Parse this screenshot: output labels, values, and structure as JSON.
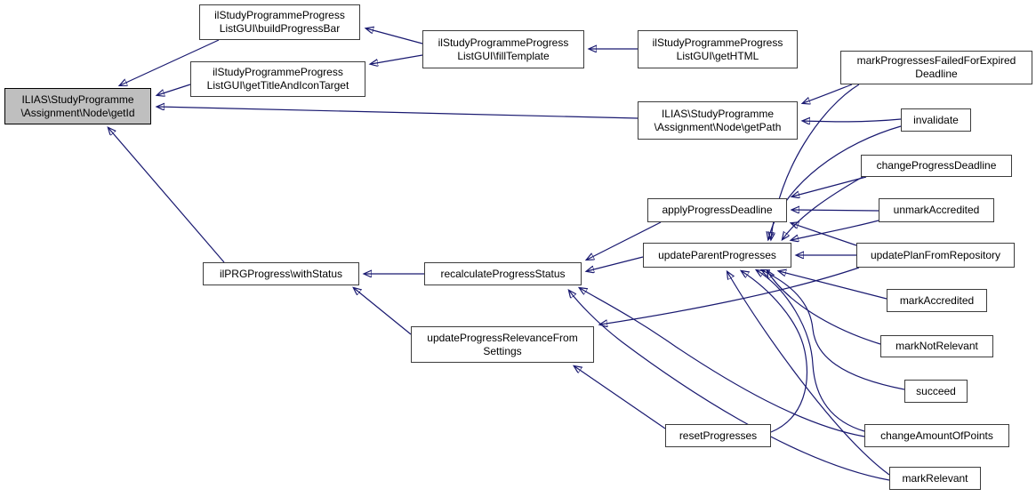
{
  "diagram": {
    "type": "call-graph",
    "colors": {
      "background": "#ffffff",
      "edge": "#191970",
      "node_fill": "#ffffff",
      "node_border": "#3c3c3c",
      "highlight_fill": "#bfbfbf",
      "highlight_border": "#000000",
      "text": "#000000"
    },
    "nodes": {
      "getId": {
        "label": "ILIAS\\StudyProgramme\n\\Assignment\\Node\\getId",
        "highlighted": true
      },
      "buildProgressBar": {
        "label": "ilStudyProgrammeProgress\nListGUI\\buildProgressBar",
        "highlighted": false
      },
      "getTitleAndIconTarget": {
        "label": "ilStudyProgrammeProgress\nListGUI\\getTitleAndIconTarget",
        "highlighted": false
      },
      "fillTemplate": {
        "label": "ilStudyProgrammeProgress\nListGUI\\fillTemplate",
        "highlighted": false
      },
      "getHTML": {
        "label": "ilStudyProgrammeProgress\nListGUI\\getHTML",
        "highlighted": false
      },
      "getPath": {
        "label": "ILIAS\\StudyProgramme\n\\Assignment\\Node\\getPath",
        "highlighted": false
      },
      "markProgressesFailedForExpiredDeadline": {
        "label": "markProgressesFailedForExpired\nDeadline",
        "highlighted": false
      },
      "invalidate": {
        "label": "invalidate",
        "highlighted": false
      },
      "changeProgressDeadline": {
        "label": "changeProgressDeadline",
        "highlighted": false
      },
      "applyProgressDeadline": {
        "label": "applyProgressDeadline",
        "highlighted": false
      },
      "unmarkAccredited": {
        "label": "unmarkAccredited",
        "highlighted": false
      },
      "updateParentProgresses": {
        "label": "updateParentProgresses",
        "highlighted": false
      },
      "updatePlanFromRepository": {
        "label": "updatePlanFromRepository",
        "highlighted": false
      },
      "withStatus": {
        "label": "ilPRGProgress\\withStatus",
        "highlighted": false
      },
      "recalculateProgressStatus": {
        "label": "recalculateProgressStatus",
        "highlighted": false
      },
      "updateProgressRelevanceFromSettings": {
        "label": "updateProgressRelevanceFrom\nSettings",
        "highlighted": false
      },
      "markAccredited": {
        "label": "markAccredited",
        "highlighted": false
      },
      "markNotRelevant": {
        "label": "markNotRelevant",
        "highlighted": false
      },
      "succeed": {
        "label": "succeed",
        "highlighted": false
      },
      "resetProgresses": {
        "label": "resetProgresses",
        "highlighted": false
      },
      "changeAmountOfPoints": {
        "label": "changeAmountOfPoints",
        "highlighted": false
      },
      "markRelevant": {
        "label": "markRelevant",
        "highlighted": false
      }
    },
    "edges": [
      {
        "from": "fillTemplate",
        "to": "buildProgressBar"
      },
      {
        "from": "fillTemplate",
        "to": "getTitleAndIconTarget"
      },
      {
        "from": "getHTML",
        "to": "fillTemplate"
      },
      {
        "from": "buildProgressBar",
        "to": "getId"
      },
      {
        "from": "getTitleAndIconTarget",
        "to": "getId"
      },
      {
        "from": "getPath",
        "to": "getId"
      },
      {
        "from": "withStatus",
        "to": "getId"
      },
      {
        "from": "markProgressesFailedForExpiredDeadline",
        "to": "getPath"
      },
      {
        "from": "invalidate",
        "to": "getPath"
      },
      {
        "from": "recalculateProgressStatus",
        "to": "withStatus"
      },
      {
        "from": "updateProgressRelevanceFromSettings",
        "to": "withStatus"
      },
      {
        "from": "applyProgressDeadline",
        "to": "recalculateProgressStatus"
      },
      {
        "from": "updateParentProgresses",
        "to": "recalculateProgressStatus"
      },
      {
        "from": "changeProgressDeadline",
        "to": "applyProgressDeadline"
      },
      {
        "from": "unmarkAccredited",
        "to": "applyProgressDeadline"
      },
      {
        "from": "updatePlanFromRepository",
        "to": "applyProgressDeadline"
      },
      {
        "from": "updatePlanFromRepository",
        "to": "updateParentProgresses"
      },
      {
        "from": "updatePlanFromRepository",
        "to": "updateProgressRelevanceFromSettings"
      },
      {
        "from": "markProgressesFailedForExpiredDeadline",
        "to": "updateParentProgresses"
      },
      {
        "from": "invalidate",
        "to": "updateParentProgresses"
      },
      {
        "from": "changeProgressDeadline",
        "to": "updateParentProgresses"
      },
      {
        "from": "unmarkAccredited",
        "to": "updateParentProgresses"
      },
      {
        "from": "markAccredited",
        "to": "updateParentProgresses"
      },
      {
        "from": "markNotRelevant",
        "to": "updateParentProgresses"
      },
      {
        "from": "succeed",
        "to": "updateParentProgresses"
      },
      {
        "from": "changeAmountOfPoints",
        "to": "updateParentProgresses"
      },
      {
        "from": "changeAmountOfPoints",
        "to": "recalculateProgressStatus"
      },
      {
        "from": "markRelevant",
        "to": "updateParentProgresses"
      },
      {
        "from": "markRelevant",
        "to": "recalculateProgressStatus"
      },
      {
        "from": "resetProgresses",
        "to": "updateProgressRelevanceFromSettings"
      },
      {
        "from": "resetProgresses",
        "to": "updateParentProgresses"
      }
    ]
  }
}
